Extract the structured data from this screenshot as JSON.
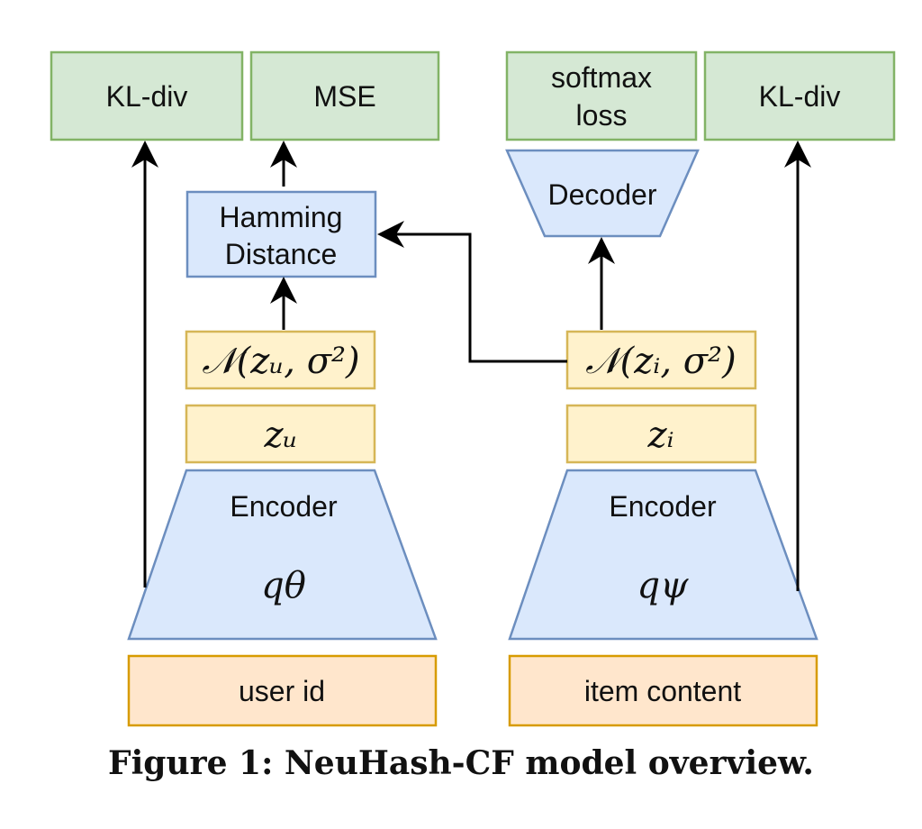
{
  "colors": {
    "loss_fill": "#d5e8d4",
    "loss_stroke": "#82b366",
    "module_fill": "#dae8fc",
    "module_stroke": "#6c8ebf",
    "latent_fill": "#fff2cc",
    "latent_stroke": "#d6b656",
    "input_fill": "#ffe6cc",
    "input_stroke": "#d79b00",
    "arrow": "#000000"
  },
  "losses": {
    "kl_user": "KL-div",
    "mse": "MSE",
    "softmax_line1": "softmax",
    "softmax_line2": "loss",
    "kl_item": "KL-div"
  },
  "hamming": {
    "line1": "Hamming",
    "line2": "Distance"
  },
  "decoder": {
    "label": "Decoder"
  },
  "user_branch": {
    "gaussian": "𝒩(zᵤ, σ²)",
    "latent": "zᵤ",
    "encoder_label": "Encoder",
    "encoder_param": "qθ",
    "input": "user id"
  },
  "item_branch": {
    "gaussian": "𝒩(zᵢ, σ²)",
    "latent": "zᵢ",
    "encoder_label": "Encoder",
    "encoder_param": "qψ",
    "input": "item content"
  },
  "caption": "Figure 1: NeuHash-CF model overview."
}
